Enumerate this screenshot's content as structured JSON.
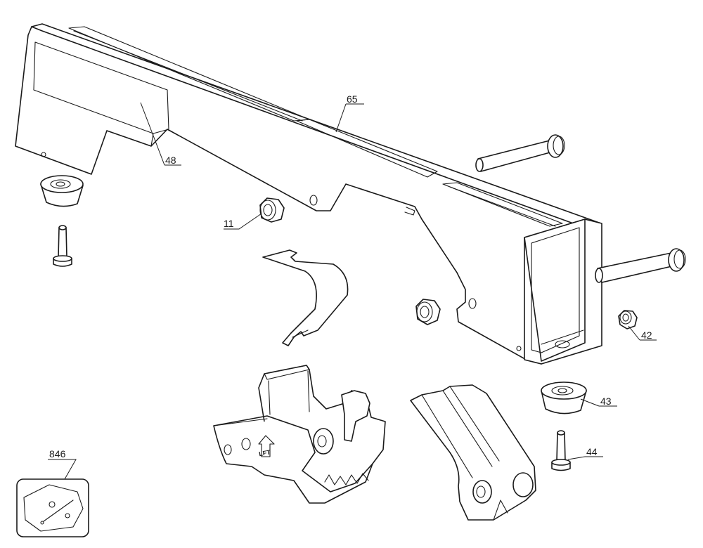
{
  "callouts": {
    "c48": "48",
    "c65": "65",
    "c11": "11",
    "c42": "42",
    "c43": "43",
    "c44": "44",
    "c846": "846"
  },
  "part_text": {
    "lift_stamp": "LFT"
  }
}
